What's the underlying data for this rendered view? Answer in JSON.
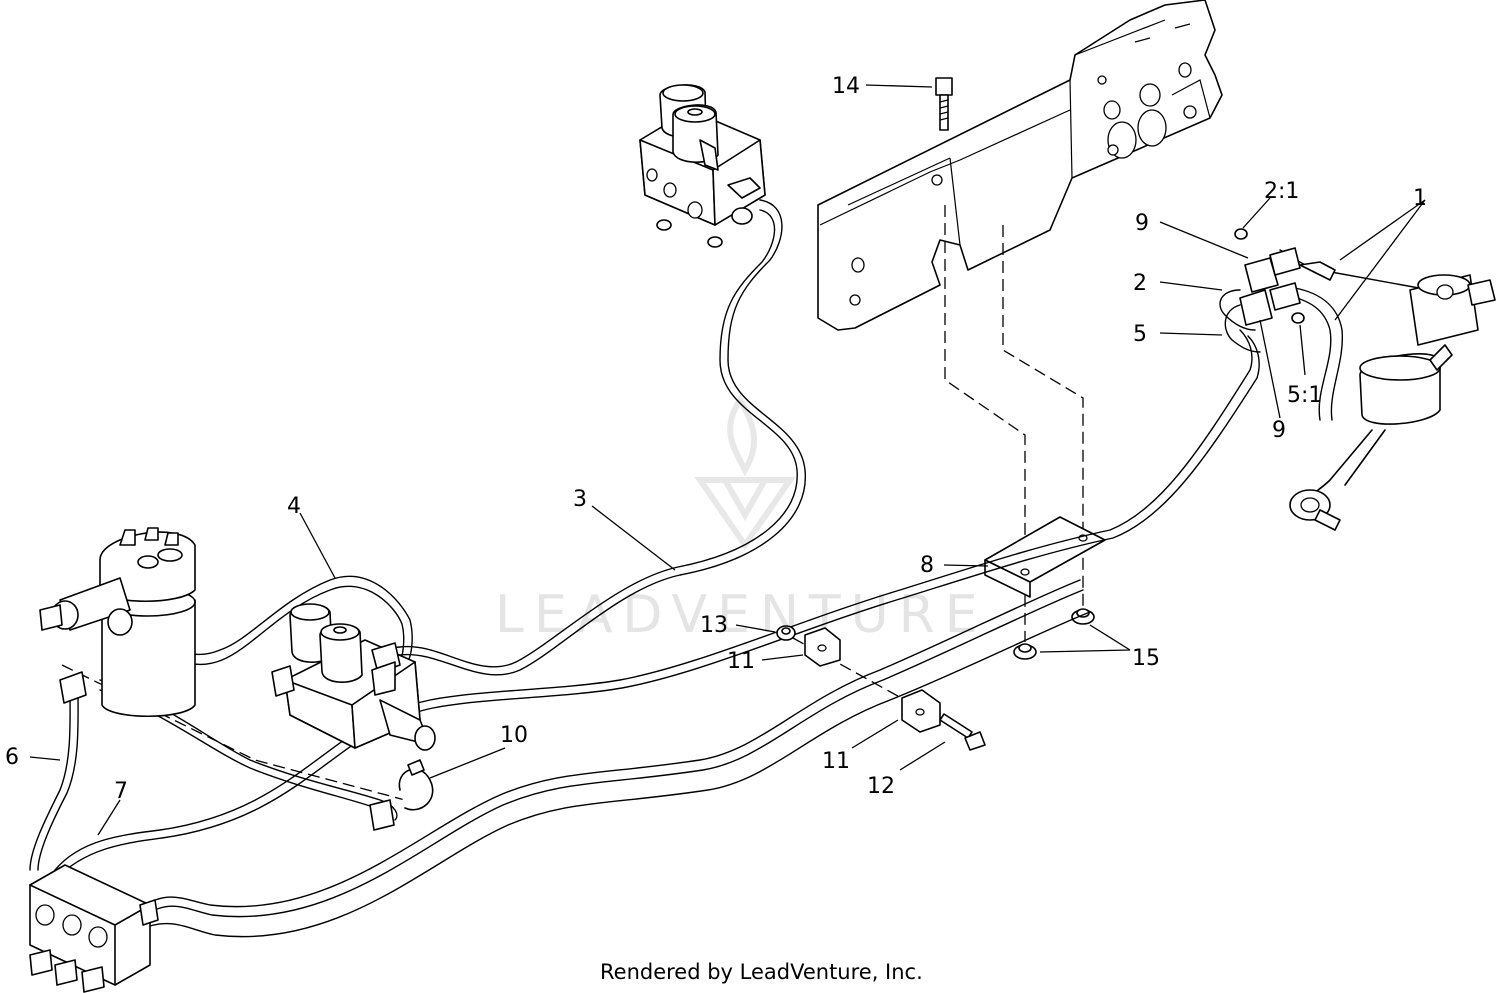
{
  "watermark": "LEADVENTURE",
  "caption": "Rendered by LeadVenture, Inc.",
  "callouts": {
    "c1": "1",
    "c2": "2",
    "c2_1": "2:1",
    "c3": "3",
    "c4": "4",
    "c5": "5",
    "c5_1": "5:1",
    "c6": "6",
    "c7": "7",
    "c8": "8",
    "c9a": "9",
    "c9b": "9",
    "c10": "10",
    "c11a": "11",
    "c11b": "11",
    "c12": "12",
    "c13": "13",
    "c14": "14",
    "c15": "15"
  }
}
